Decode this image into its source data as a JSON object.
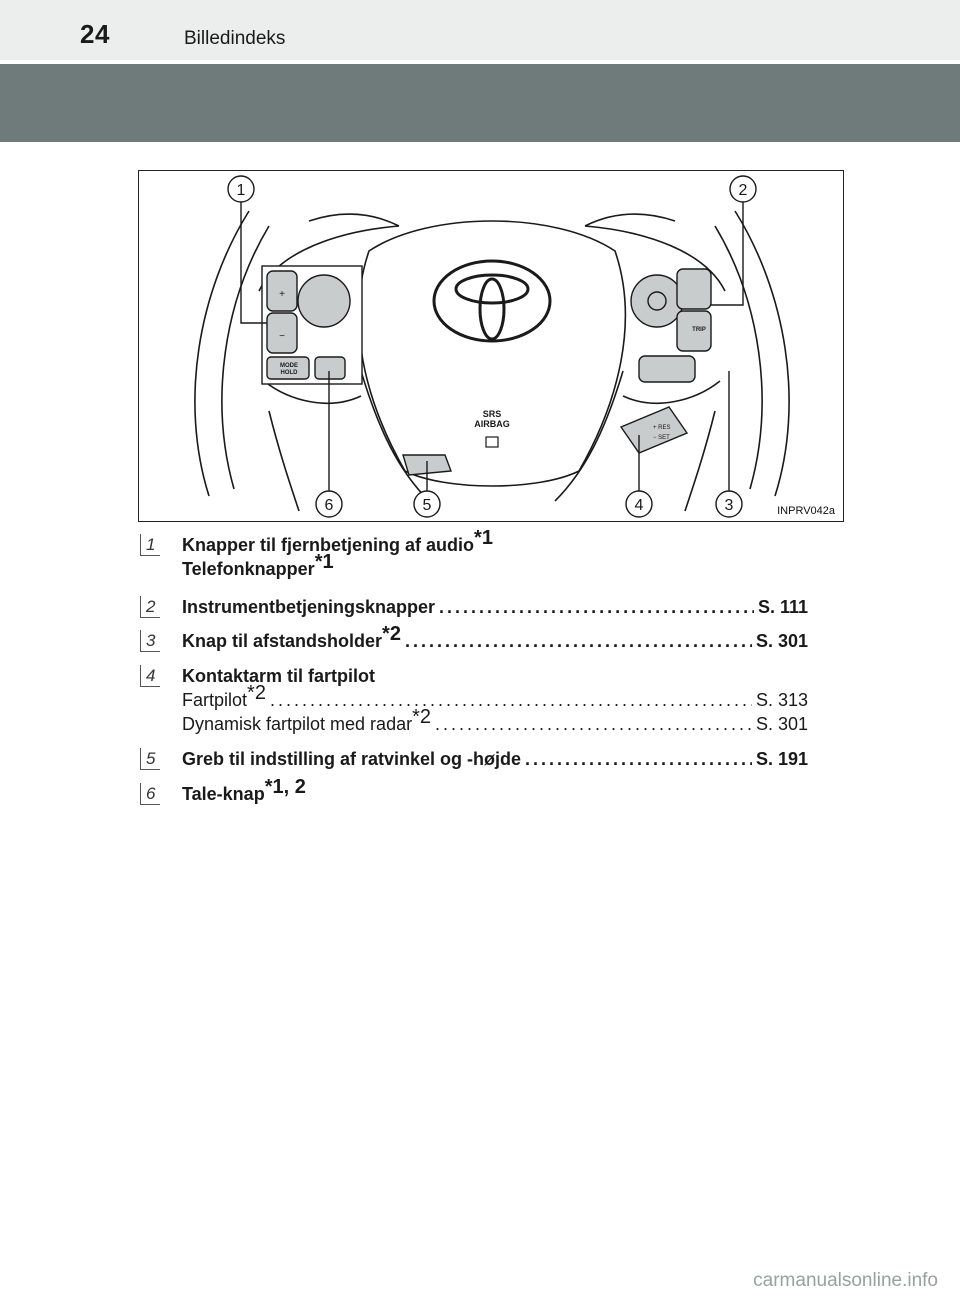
{
  "header": {
    "page_number": "24",
    "section_title": "Billedindeks"
  },
  "figure": {
    "code": "INPRV042a",
    "callouts": [
      "1",
      "2",
      "3",
      "4",
      "5",
      "6"
    ],
    "airbag_label_1": "SRS",
    "airbag_label_2": "AIRBAG",
    "button_labels": {
      "mode_1": "MODE",
      "mode_2": "HOLD",
      "trip": "TRIP",
      "res": "+ RES",
      "set": "− SET",
      "plus": "+",
      "minus": "−"
    }
  },
  "items": [
    {
      "num": "1",
      "lines": [
        {
          "text": "Knapper til fjernbetjening af audio",
          "sup": "*1"
        },
        {
          "text": "Telefonknapper",
          "sup": "*1"
        }
      ]
    },
    {
      "num": "2",
      "label": "Instrumentbetjeningsknapper",
      "ref": "S. 111"
    },
    {
      "num": "3",
      "label": "Knap til afstandsholder",
      "sup": "*2",
      "ref": "S. 301"
    },
    {
      "num": "4",
      "title": "Kontaktarm til fartpilot",
      "sub": [
        {
          "label": "Fartpilot",
          "sup": "*2",
          "ref": "S. 313"
        },
        {
          "label": "Dynamisk fartpilot med radar",
          "sup": "*2",
          "ref": "S. 301"
        }
      ]
    },
    {
      "num": "5",
      "label": "Greb til indstilling af ratvinkel og -højde",
      "ref": "S. 191"
    },
    {
      "num": "6",
      "label": "Tale-knap",
      "sup": "*1, 2"
    }
  ],
  "footer": {
    "url": "carmanualsonline.info"
  }
}
